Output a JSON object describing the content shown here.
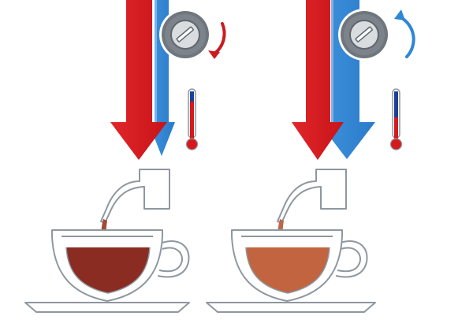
{
  "colors": {
    "hot_water": "#d7191c",
    "cold_water": "#2f86d6",
    "outline": "#8f979f",
    "knob_ring": "#6f767d",
    "knob_face": "#d9dde0",
    "arrow_clockwise": "#c81d20",
    "arrow_counterclockwise": "#2f86d6",
    "coffee_dark": "#8a2c22",
    "coffee_light": "#c2643f",
    "stream_dark": "#a24a36",
    "stream_light": "#b9694a"
  },
  "panels": [
    {
      "id": "left",
      "knob_rotation": "clockwise",
      "thermometer_level": "high",
      "coffee_shade": "dark"
    },
    {
      "id": "right",
      "knob_rotation": "counterclockwise",
      "thermometer_level": "mixed",
      "coffee_shade": "light"
    }
  ],
  "icons": [
    "valve-knob-icon",
    "rotation-arrow-icon",
    "thermometer-icon",
    "coffee-cup-icon",
    "spout-icon"
  ]
}
